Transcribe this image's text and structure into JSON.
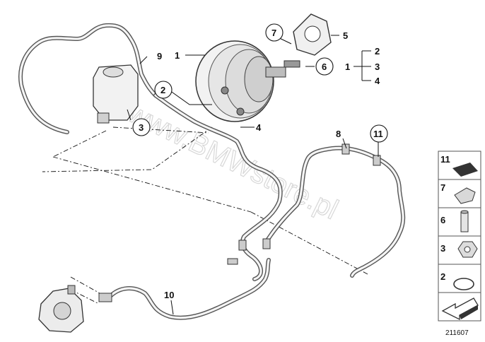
{
  "diagram": {
    "watermark": "www.BMWstore.pl",
    "code": "211607",
    "callouts": [
      {
        "id": "c1",
        "label": "1"
      },
      {
        "id": "c2",
        "label": "2"
      },
      {
        "id": "c3",
        "label": "3"
      },
      {
        "id": "c4",
        "label": "4"
      },
      {
        "id": "c5",
        "label": "5"
      },
      {
        "id": "c6",
        "label": "6"
      },
      {
        "id": "c7",
        "label": "7"
      },
      {
        "id": "c8",
        "label": "8"
      },
      {
        "id": "c9",
        "label": "9"
      },
      {
        "id": "c10",
        "label": "10"
      },
      {
        "id": "c11",
        "label": "11"
      }
    ],
    "group_bracket": {
      "label": "1",
      "items": [
        "2",
        "3",
        "4"
      ]
    },
    "legend": [
      {
        "label": "11",
        "icon": "foam-pad-icon"
      },
      {
        "label": "7",
        "icon": "clip-icon"
      },
      {
        "label": "6",
        "icon": "sleeve-icon"
      },
      {
        "label": "3",
        "icon": "nut-icon"
      },
      {
        "label": "2",
        "icon": "o-ring-icon"
      },
      {
        "label": "",
        "icon": "arrow-symbol-icon"
      }
    ]
  }
}
